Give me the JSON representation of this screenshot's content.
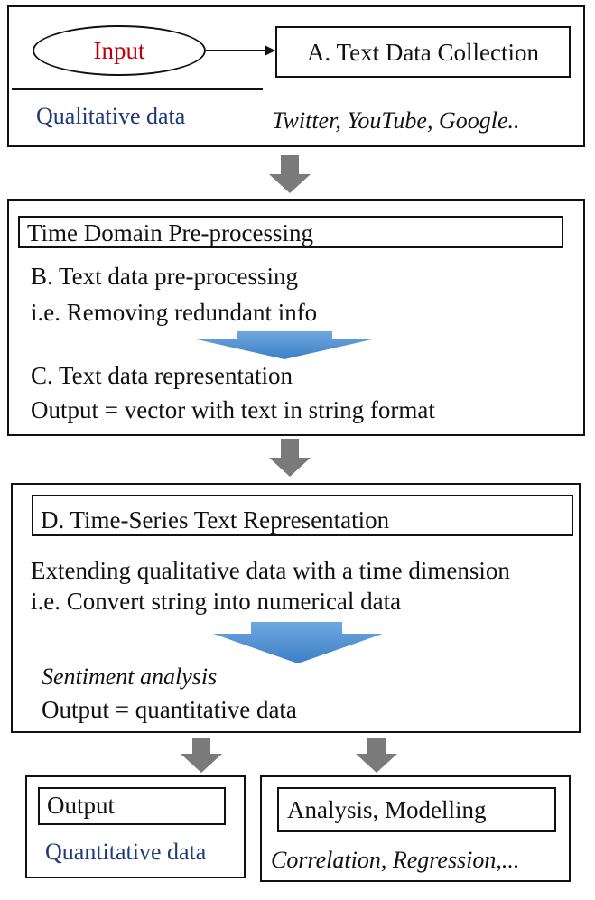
{
  "stage_a": {
    "input_label": "Input",
    "title": "A. Text Data Collection",
    "left_caption": "Qualitative data",
    "sources": "Twitter, YouTube, Google.."
  },
  "stage_bc": {
    "header": "Time Domain Pre-processing",
    "b_title": "B. Text data pre-processing",
    "b_detail": "i.e. Removing redundant info",
    "c_title": "C. Text data representation",
    "c_output": "Output = vector with text in string format"
  },
  "stage_d": {
    "header": "D. Time-Series Text Representation",
    "line1": "Extending qualitative data with a time dimension",
    "line2": "i.e. Convert string into numerical data",
    "method": "Sentiment analysis",
    "output": "Output = quantitative data"
  },
  "output_box": {
    "header": "Output",
    "caption": "Quantitative data"
  },
  "analysis_box": {
    "header": "Analysis, Modelling",
    "examples": "Correlation, Regression,..."
  },
  "colors": {
    "connector_arrow": "#7a7a7a",
    "process_arrow": "#4a8fd4",
    "caption_navy": "#1f3a78",
    "input_red": "#c0000a"
  }
}
